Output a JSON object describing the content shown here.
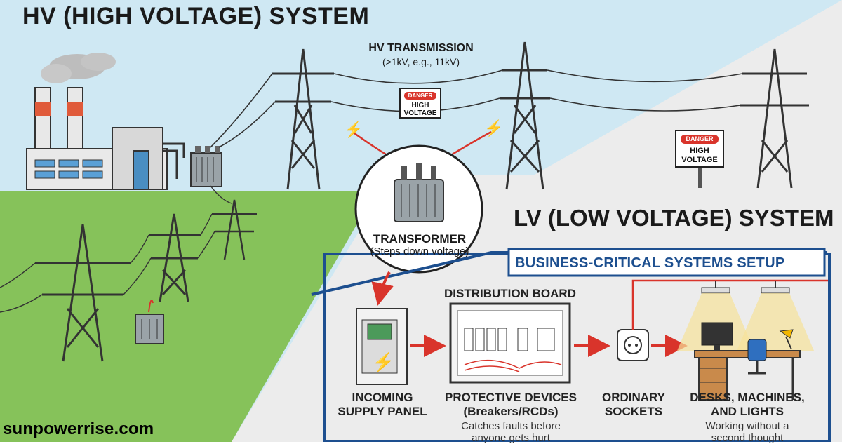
{
  "hv_title": "HV (HIGH VOLTAGE) SYSTEM",
  "lv_title": "LV (LOW VOLTAGE) SYSTEM",
  "hv_transmission": {
    "label": "HV TRANSMISSION",
    "sub": "(>1kV, e.g., 11kV)"
  },
  "signs": {
    "danger": "DANGER",
    "line1": "HIGH",
    "line2": "VOLTAGE"
  },
  "transformer": {
    "label": "TRANSFORMER",
    "sub": "(Steps down voltage)"
  },
  "banner": "BUSINESS-CRITICAL SYSTEMS SETUP",
  "distribution_board": "DISTRIBUTION BOARD",
  "stages": [
    {
      "label1": "INCOMING",
      "label2": "SUPPLY PANEL"
    },
    {
      "label1": "PROTECTIVE DEVICES",
      "label2": "(Breakers/RCDs)",
      "desc1": "Catches faults before",
      "desc2": "anyone gets hurt"
    },
    {
      "label1": "ORDINARY",
      "label2": "SOCKETS"
    },
    {
      "label1": "DESKS, MACHINES,",
      "label2": "AND LIGHTS",
      "desc1": "Working without a",
      "desc2": "second thought"
    }
  ],
  "brand": "sunpowerrise.com",
  "colors": {
    "sky": "#cfe8f3",
    "grass": "#86c25a",
    "lv_bg": "#ececec",
    "accent_blue": "#1d4f8f",
    "arrow_red": "#d9342b"
  }
}
